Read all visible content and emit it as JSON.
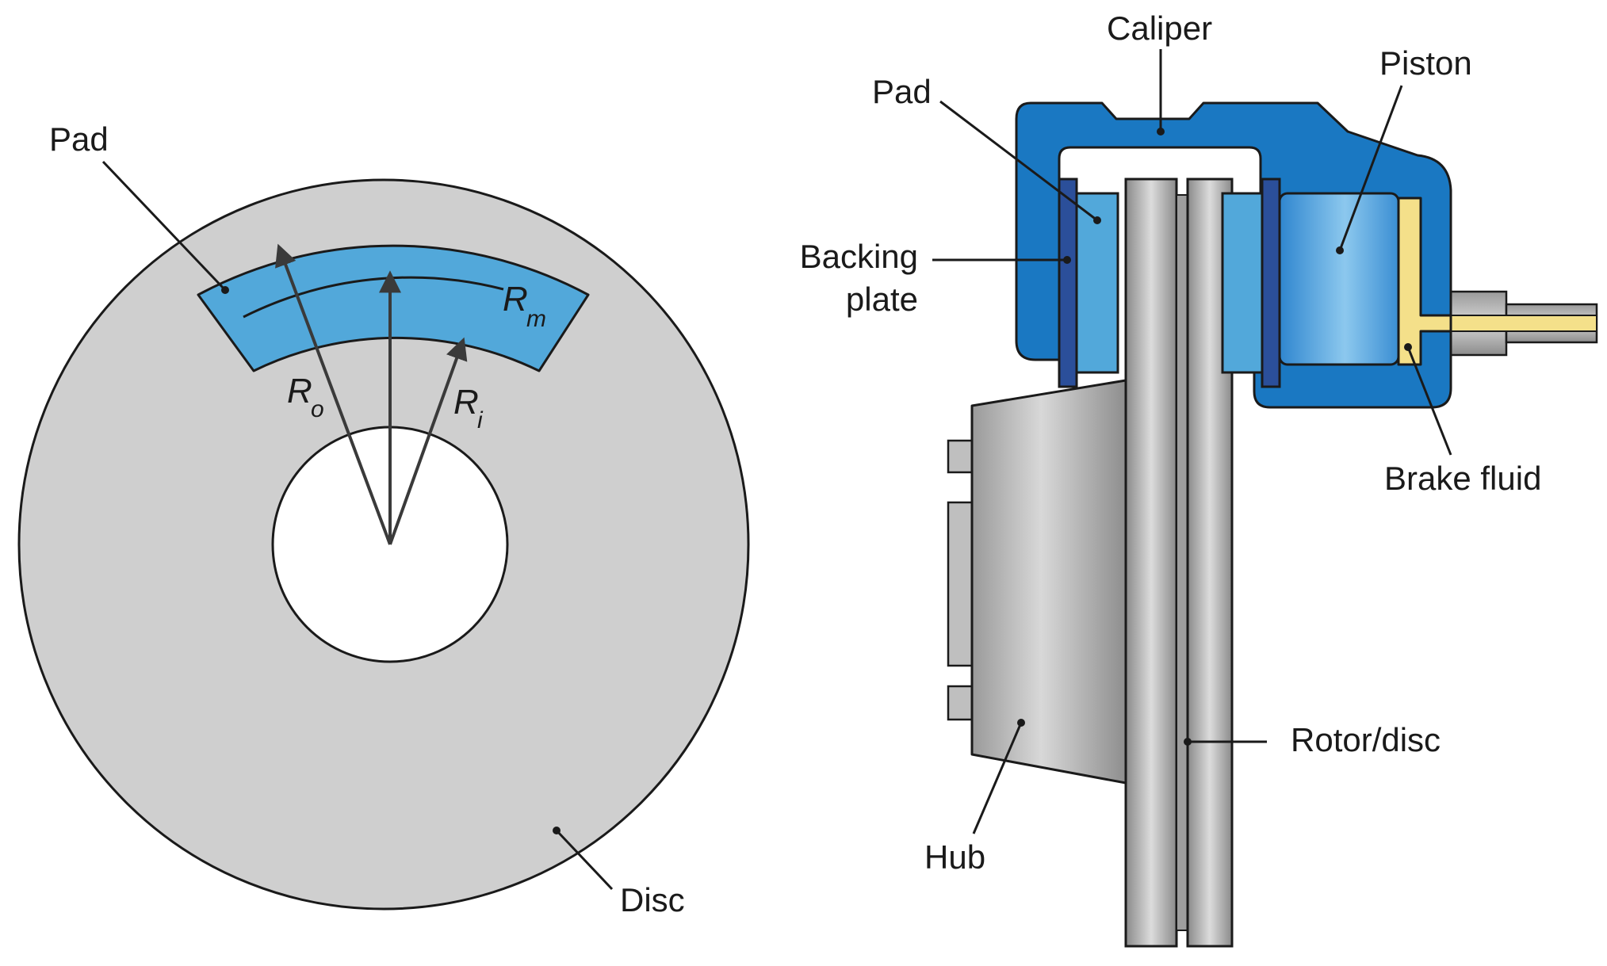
{
  "left_diagram": {
    "pad_label": "Pad",
    "disc_label": "Disc",
    "radius_outer": {
      "letter": "R",
      "subscript": "o"
    },
    "radius_inner": {
      "letter": "R",
      "subscript": "i"
    },
    "radius_mean": {
      "letter": "R",
      "subscript": "m"
    }
  },
  "right_diagram": {
    "caliper_label": "Caliper",
    "pad_label": "Pad",
    "piston_label": "Piston",
    "backing_plate_label_line1": "Backing",
    "backing_plate_label_line2": "plate",
    "brake_fluid_label": "Brake fluid",
    "rotor_label": "Rotor/disc",
    "hub_label": "Hub"
  },
  "colors": {
    "disc_gray": "#cfcfcf",
    "pad_blue": "#52a8da",
    "caliper_blue": "#1a78c2",
    "backing_plate_navy": "#2b4f9a",
    "brake_fluid_yellow": "#f4e08a",
    "outline": "#1a1a1a"
  }
}
